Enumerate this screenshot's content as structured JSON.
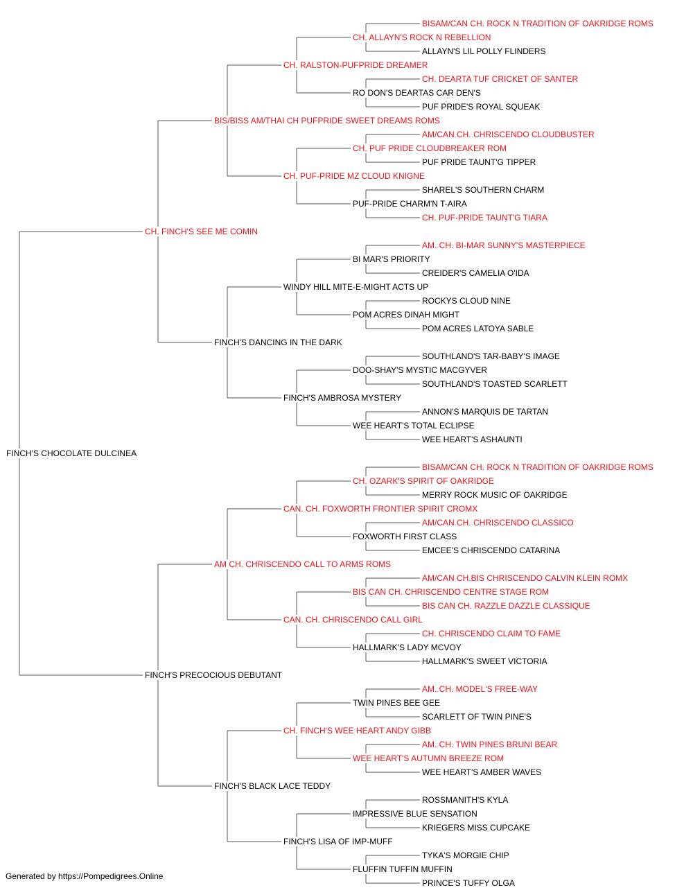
{
  "colors": {
    "champion": "#e8141c",
    "regular": "#000000",
    "line": "#555555"
  },
  "pedigree": [
    {
      "name": "FINCH'S CHOCOLATE DULCINEA",
      "champion": false
    },
    {
      "name": "CH. FINCH'S SEE ME COMIN",
      "champion": true
    },
    {
      "name": "FINCH'S PRECOCIOUS DEBUTANT",
      "champion": false
    },
    {
      "name": "BIS/BISS AM/THAI CH PUFPRIDE SWEET DREAMS ROMS",
      "champion": true
    },
    {
      "name": "FINCH'S DANCING IN THE DARK",
      "champion": false
    },
    {
      "name": "AM CH. CHRISCENDO CALL TO ARMS ROMS",
      "champion": true
    },
    {
      "name": "FINCH'S BLACK LACE TEDDY",
      "champion": false
    },
    {
      "name": "CH. RALSTON-PUFPRIDE DREAMER",
      "champion": true
    },
    {
      "name": "CH. PUF-PRIDE MZ CLOUD KNIGNE",
      "champion": true
    },
    {
      "name": "WINDY HILL MITE-E-MIGHT ACTS UP",
      "champion": false
    },
    {
      "name": "FINCH'S AMBROSA MYSTERY",
      "champion": false
    },
    {
      "name": "CAN. CH. FOXWORTH FRONTIER SPIRIT CROMX",
      "champion": true
    },
    {
      "name": "CAN. CH. CHRISCENDO CALL GIRL",
      "champion": true
    },
    {
      "name": "CH. FINCH'S WEE HEART ANDY GIBB",
      "champion": true
    },
    {
      "name": "FINCH'S LISA OF IMP-MUFF",
      "champion": false
    },
    {
      "name": "CH. ALLAYN'S ROCK N REBELLION",
      "champion": true
    },
    {
      "name": "RO DON'S DEARTAS CAR DEN'S",
      "champion": false
    },
    {
      "name": "CH. PUF PRIDE CLOUDBREAKER ROM",
      "champion": true
    },
    {
      "name": "PUF-PRIDE CHARM'N T-AIRA",
      "champion": false
    },
    {
      "name": "BI MAR'S PRIORITY",
      "champion": false
    },
    {
      "name": "POM ACRES DINAH MIGHT",
      "champion": false
    },
    {
      "name": "DOO-SHAY'S MYSTIC MACGYVER",
      "champion": false
    },
    {
      "name": "WEE HEART'S TOTAL ECLIPSE",
      "champion": false
    },
    {
      "name": "CH. OZARK'S SPIRIT OF OAKRIDGE",
      "champion": true
    },
    {
      "name": "FOXWORTH FIRST CLASS",
      "champion": false
    },
    {
      "name": "BIS CAN CH. CHRISCENDO CENTRE STAGE ROM",
      "champion": true
    },
    {
      "name": "HALLMARK'S LADY MCVOY",
      "champion": false
    },
    {
      "name": "TWIN PINES BEE GEE",
      "champion": false
    },
    {
      "name": "WEE HEART'S AUTUMN BREEZE ROM",
      "champion": true
    },
    {
      "name": "IMPRESSIVE BLUE SENSATION",
      "champion": false
    },
    {
      "name": "FLUFFIN TUFFIN MUFFIN",
      "champion": false
    },
    {
      "name": "BISAM/CAN CH. ROCK N TRADITION OF OAKRIDGE ROMS",
      "champion": true
    },
    {
      "name": "ALLAYN'S LIL POLLY FLINDERS",
      "champion": false
    },
    {
      "name": "CH. DEARTA TUF CRICKET OF SANTER",
      "champion": true
    },
    {
      "name": "PUF PRIDE'S ROYAL SQUEAK",
      "champion": false
    },
    {
      "name": "AM/CAN CH. CHRISCENDO CLOUDBUSTER",
      "champion": true
    },
    {
      "name": "PUF PRIDE TAUNT'G TIPPER",
      "champion": false
    },
    {
      "name": "SHAREL'S SOUTHERN CHARM",
      "champion": false
    },
    {
      "name": "CH. PUF-PRIDE TAUNT'G TIARA",
      "champion": true
    },
    {
      "name": "AM. CH. BI-MAR SUNNY'S MASTERPIECE",
      "champion": true
    },
    {
      "name": "CREIDER'S CAMELIA O'IDA",
      "champion": false
    },
    {
      "name": "ROCKYS CLOUD NINE",
      "champion": false
    },
    {
      "name": "POM ACRES LATOYA SABLE",
      "champion": false
    },
    {
      "name": "SOUTHLAND'S TAR-BABY'S IMAGE",
      "champion": false
    },
    {
      "name": "SOUTHLAND'S TOASTED SCARLETT",
      "champion": false
    },
    {
      "name": "ANNON'S MARQUIS DE TARTAN",
      "champion": false
    },
    {
      "name": "WEE HEART'S ASHAUNTI",
      "champion": false
    },
    {
      "name": "BISAM/CAN CH. ROCK N TRADITION OF OAKRIDGE ROMS",
      "champion": true
    },
    {
      "name": "MERRY ROCK MUSIC OF OAKRIDGE",
      "champion": false
    },
    {
      "name": "AM/CAN CH. CHRISCENDO CLASSICO",
      "champion": true
    },
    {
      "name": "EMCEE'S CHRISCENDO CATARINA",
      "champion": false
    },
    {
      "name": "AM/CAN CH.BIS CHRISCENDO CALVIN KLEIN ROMX",
      "champion": true
    },
    {
      "name": "BIS CAN CH. RAZZLE DAZZLE CLASSIQUE",
      "champion": true
    },
    {
      "name": "CH. CHRISCENDO CLAIM TO FAME",
      "champion": true
    },
    {
      "name": "HALLMARK'S SWEET VICTORIA",
      "champion": false
    },
    {
      "name": "AM. CH. MODEL'S FREE-WAY",
      "champion": true
    },
    {
      "name": "SCARLETT OF TWIN PINE'S",
      "champion": false
    },
    {
      "name": "AM. CH. TWIN PINES BRUNI BEAR",
      "champion": true
    },
    {
      "name": "WEE HEART'S AMBER WAVES",
      "champion": false
    },
    {
      "name": "ROSSMANITH'S KYLA",
      "champion": false
    },
    {
      "name": "KRIEGERS MISS CUPCAKE",
      "champion": false
    },
    {
      "name": "TYKA'S MORGIE CHIP",
      "champion": false
    },
    {
      "name": "PRINCE'S TUFFY OLGA",
      "champion": false
    }
  ],
  "footer": "Generated by https://Pompedigrees.Online"
}
